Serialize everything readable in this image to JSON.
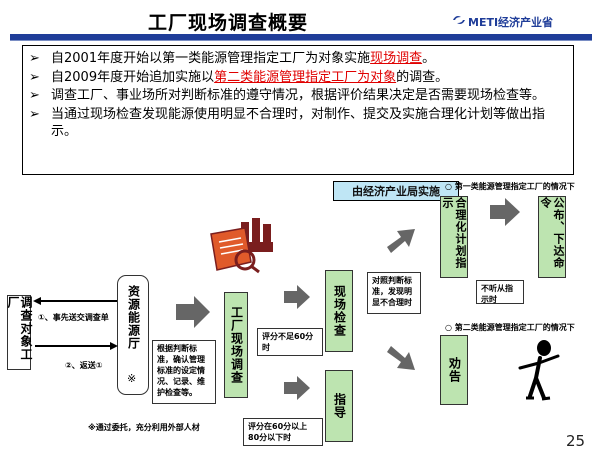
{
  "header": {
    "title": "工厂现场调查概要",
    "brand": "METI经济产业省",
    "rule_color": "#1f3d99"
  },
  "bullets": [
    {
      "pre": "自2001年度开始以第一类能源管理指定工厂为对象实施",
      "hl": "现场调查",
      "post": "。"
    },
    {
      "pre": "自2009年度开始追加实施以",
      "hl": "第二类能源管理指定工厂为对象",
      "post": "的调查。"
    },
    {
      "pre": "调查工厂、事业场所对判断标准的遵守情况，根据评价结果决定是否需要现场检查等。",
      "hl": "",
      "post": ""
    },
    {
      "pre": "当通过现场检查发现能源使用明显不合理时，对制作、提交及实施合理化计划等做出指示。",
      "hl": "",
      "post": ""
    }
  ],
  "diagram": {
    "ribbon": "由经济产业局实施",
    "target_factory": "调查对象工厂",
    "agency": "资源能源厅",
    "agency_mark": "※",
    "step1": "①、事先送交调查单",
    "step2": "②、返送①",
    "agency_note": "根据判断标准，确认管理标准的设定情况、记录、维护检查等。",
    "onsite_survey": "工厂现场调查",
    "score_low": "评分不足60分时",
    "score_high": "评分在60分以上80分以下时",
    "onsite_inspection": "现场检查",
    "guidance": "指导",
    "inspection_note": "对照判断标准，发现明显不合理时",
    "plan_instruction": "合理化计划指示",
    "publish_order": "公布、下达命令",
    "not_follow": "不听从指示时",
    "case1": "第一类能源管理指定工厂的情况下",
    "case2": "第二类能源管理指定工厂的情况下",
    "recommend": "劝告",
    "footnote": "※通过委托，充分利用外部人材",
    "box_color": "#bde4b0",
    "ribbon_color": "#bfe6f5",
    "accent_red": "#c8102e"
  },
  "page_number": "25"
}
